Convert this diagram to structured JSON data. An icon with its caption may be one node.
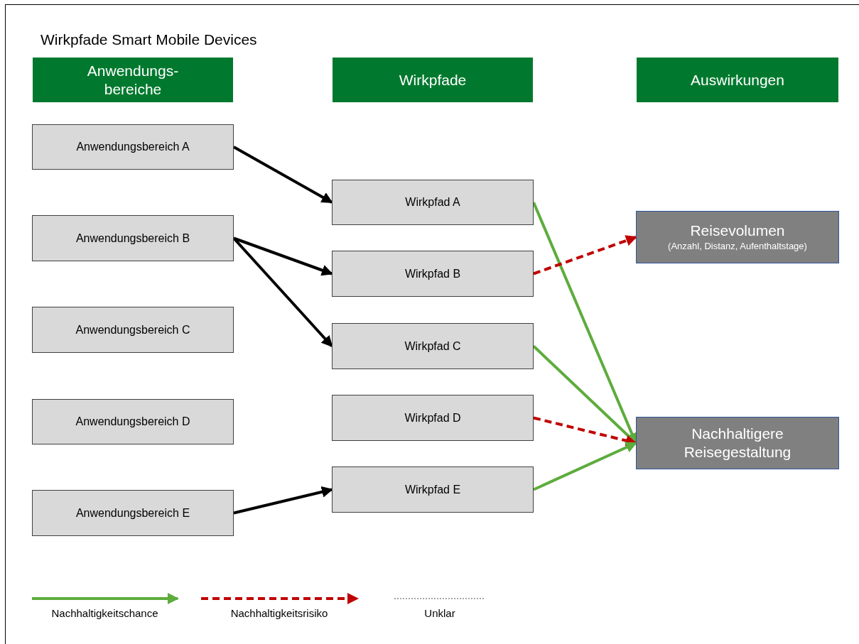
{
  "diagram": {
    "title": "Wirkpfade Smart Mobile Devices",
    "nodes": [
      {
        "text": [
          "Anwendungs- bereiche"
        ]
      },
      {
        "text": [
          "Wirkpfade"
        ]
      },
      {
        "text": [
          "Auswirkungen"
        ]
      },
      {
        "text": [
          "Anwendungsbereich A"
        ]
      },
      {
        "text": [
          "Anwendungsbereich B"
        ]
      },
      {
        "text": [
          "Anwendungsbereich C"
        ]
      },
      {
        "text": [
          "Anwendungsbereich D"
        ]
      },
      {
        "text": [
          "Anwendungsbereich E"
        ]
      },
      {
        "text": [
          "Wirkpfad A"
        ]
      },
      {
        "text": [
          "Wirkpfad B"
        ]
      },
      {
        "text": [
          "Wirkpfad C"
        ]
      },
      {
        "text": [
          "Wirkpfad D"
        ]
      },
      {
        "text": [
          "Wirkpfad E"
        ]
      },
      {
        "text": [
          "Reisevolumen",
          "(Anzahl, Distanz, Aufenthaltstage)"
        ]
      },
      {
        "text": [
          "Nachhaltigere Reisegestaltung"
        ]
      }
    ],
    "edges": [
      {
        "from": 3,
        "to": 8,
        "arrow": "to"
      },
      {
        "from": 4,
        "to": 9,
        "arrow": "to"
      },
      {
        "from": 4,
        "to": 10,
        "arrow": "to"
      },
      {
        "from": 7,
        "to": 12,
        "arrow": "to"
      },
      {
        "from": 8,
        "to": 14,
        "arrow": "to",
        "color": "#5dac3c"
      },
      {
        "from": 9,
        "to": 13,
        "arrow": "to",
        "style": "dashed",
        "color": "#c00000"
      },
      {
        "from": 10,
        "to": 14,
        "arrow": "to",
        "color": "#5dac3c"
      },
      {
        "from": 11,
        "to": 14,
        "arrow": "to",
        "style": "dashed",
        "color": "#c00000"
      },
      {
        "from": 12,
        "to": 14,
        "arrow": "to",
        "color": "#5dac3c"
      }
    ],
    "legend": [
      {
        "text": "Nachhaltigkeitschance"
      },
      {
        "text": "Nachhaltigkeitsrisiko"
      },
      {
        "text": "Unklar"
      }
    ]
  }
}
